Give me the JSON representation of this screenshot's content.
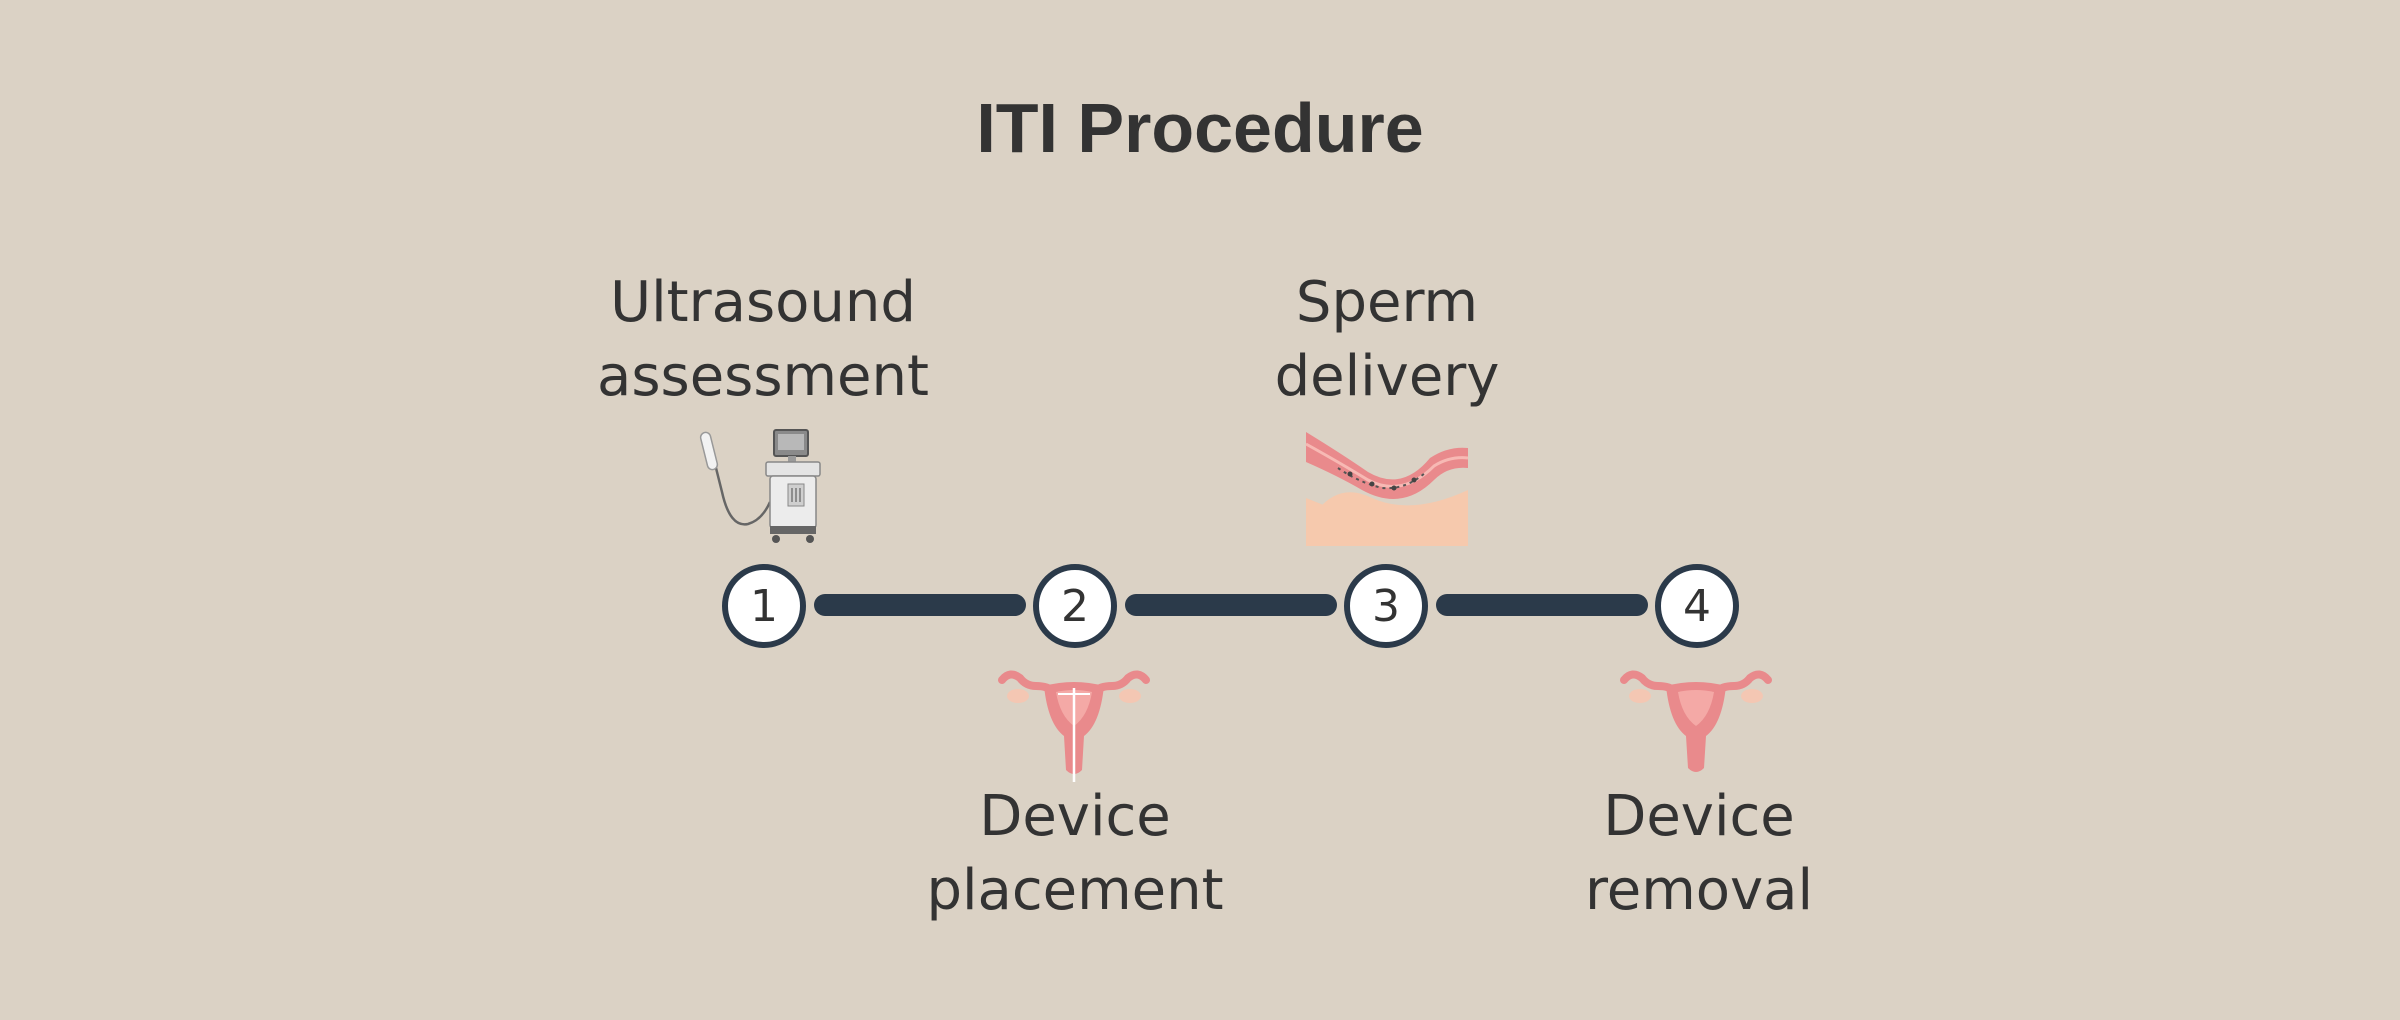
{
  "title": "ITI Procedure",
  "steps": [
    {
      "number": "1",
      "line1": "Ultrasound",
      "line2": "assessment",
      "icon": "ultrasound-machine-icon"
    },
    {
      "number": "2",
      "line1": "Device",
      "line2": "placement",
      "icon": "uterus-with-device-icon"
    },
    {
      "number": "3",
      "line1": "Sperm",
      "line2": "delivery",
      "icon": "sperm-in-fallopian-tube-icon"
    },
    {
      "number": "4",
      "line1": "Device",
      "line2": "removal",
      "icon": "uterus-icon"
    }
  ],
  "colors": {
    "background": "#dbd2c5",
    "timeline": "#2b3a4a",
    "text": "#333333",
    "tissue_pink": "#e88a8f",
    "tissue_light": "#f4c7b3"
  }
}
